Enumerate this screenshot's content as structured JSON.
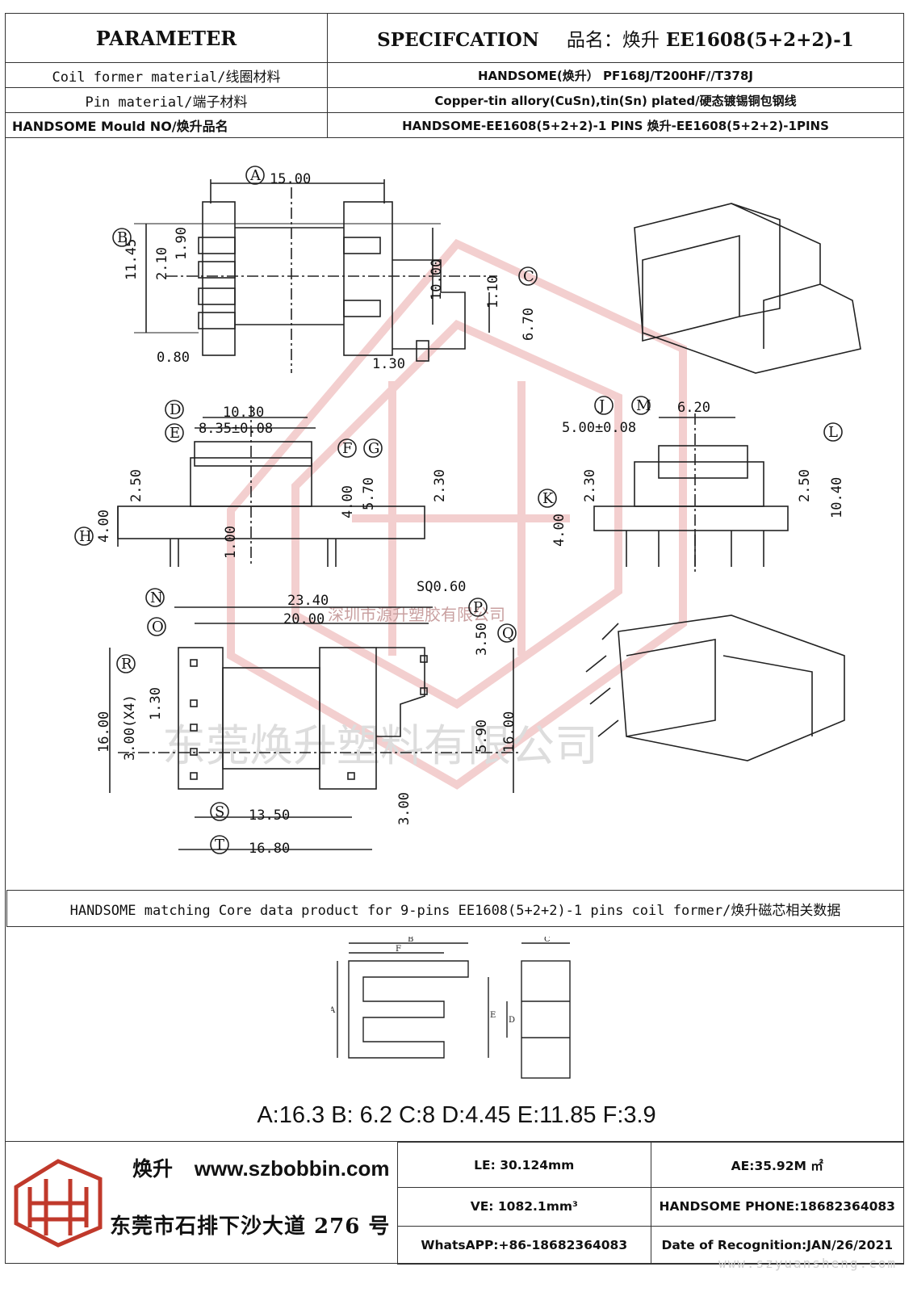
{
  "header": {
    "parameter": "PARAMETER",
    "specification": "SPECIFCATION",
    "product_name_label": "品名：焕升",
    "product_name_value": "EE1608(5+2+2)-1"
  },
  "rows": [
    {
      "label": "Coil former material/线圈材料",
      "value": "HANDSOME(焕升）  PF168J/T200HF//T378J"
    },
    {
      "label": "Pin material/端子材料",
      "value": "Copper-tin allory(CuSn),tin(Sn) plated/硬态镀锡铜包钢线"
    },
    {
      "label": "HANDSOME Mould NO/焕升品名",
      "value": "HANDSOME-EE1608(5+2+2)-1 PINS    焕升-EE1608(5+2+2)-1PINS"
    }
  ],
  "drawing": {
    "top_view": {
      "A": "15.00",
      "B1": "1.90",
      "B2": "2.10",
      "h1": "11.45",
      "h2": "10.00",
      "C1": "1.10",
      "C2": "6.70",
      "w1": "0.80",
      "w2": "1.30"
    },
    "front_view": {
      "D": "10.30",
      "E": "8.35±0.08",
      "h1": "2.50",
      "h2": "4.00",
      "h3": "5.70",
      "h4": "2.30",
      "H": "4.00",
      "pin": "1.00"
    },
    "side_view": {
      "J": "5.00±0.08",
      "M": "6.20",
      "h1": "2.30",
      "h2": "2.50",
      "L": "10.40",
      "K": "4.00"
    },
    "sq_note": "SQ0.60",
    "bottom_view": {
      "N": "23.40",
      "O": "20.00",
      "P": "3.50",
      "R1": "1.30",
      "R2": "3.00(X4)",
      "h1": "16.00",
      "h2": "5.90",
      "h3": "16.00",
      "h4": "3.00",
      "S": "13.50",
      "T": "16.80"
    },
    "watermark_small": "深圳市源升塑胶有限公司",
    "watermark_large": "东莞焕升塑料有限公司",
    "labels": [
      "A",
      "B",
      "C",
      "D",
      "E",
      "F",
      "G",
      "H",
      "J",
      "K",
      "L",
      "M",
      "N",
      "O",
      "P",
      "Q",
      "R",
      "S",
      "T"
    ]
  },
  "core": {
    "title": "HANDSOME matching Core data  product for 9-pins EE1608(5+2+2)-1 pins coil former/焕升磁芯相关数据",
    "dims": "A:16.3 B: 6.2 C:8 D:4.45 E:11.85 F:3.9",
    "letters": [
      "B",
      "F",
      "C",
      "A",
      "E",
      "D"
    ]
  },
  "footer": {
    "brand": "焕升",
    "url": "www.szbobbin.com",
    "address": "东莞市石排下沙大道 276 号",
    "le": "LE: 30.124mm",
    "ae": "AE:35.92M ㎡",
    "ve": "VE: 1082.1mm³",
    "phone": "HANDSOME PHONE:18682364083",
    "whatsapp": "WhatsAPP:+86-18682364083",
    "date": "Date of Recognition:JAN/26/2021",
    "watermark": "www.szyuansheng.com"
  },
  "colors": {
    "line": "#222222",
    "watermark": "#e8a0a0",
    "logo": "#c0392b"
  }
}
